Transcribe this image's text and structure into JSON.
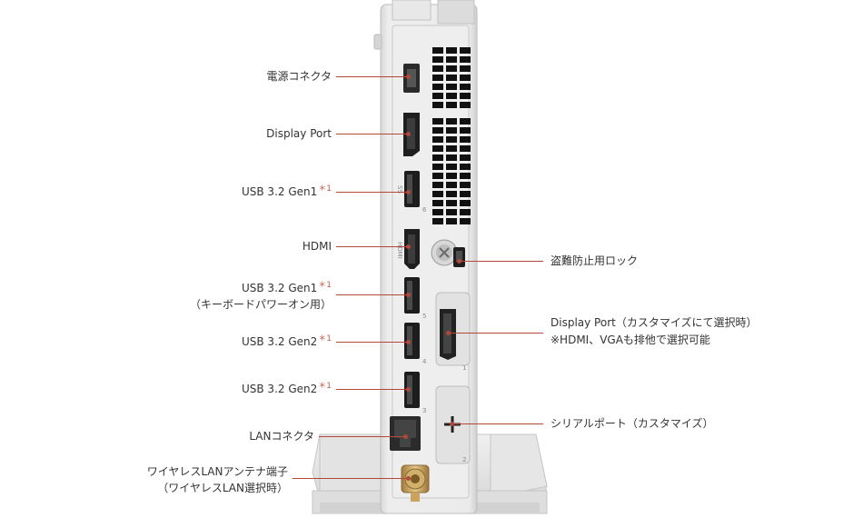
{
  "labels_left": [
    {
      "id": "power",
      "lines": [
        "電源コネクタ"
      ],
      "note": ""
    },
    {
      "id": "dp",
      "lines": [
        "Display Port"
      ],
      "note": ""
    },
    {
      "id": "usb1",
      "lines": [
        "USB 3.2 Gen1"
      ],
      "note": "＊1"
    },
    {
      "id": "hdmi",
      "lines": [
        "HDMI"
      ],
      "note": ""
    },
    {
      "id": "usb2",
      "lines": [
        "USB 3.2 Gen1",
        "（キーボードパワーオン用）"
      ],
      "note": "＊1"
    },
    {
      "id": "usb3",
      "lines": [
        "USB 3.2 Gen2"
      ],
      "note": "＊1"
    },
    {
      "id": "usb4",
      "lines": [
        "USB 3.2 Gen2"
      ],
      "note": "＊1"
    },
    {
      "id": "lan",
      "lines": [
        "LANコネクタ"
      ],
      "note": ""
    },
    {
      "id": "wlan",
      "lines": [
        "ワイヤレスLANアンテナ端子",
        "（ワイヤレスLAN選択時）"
      ],
      "note": ""
    }
  ],
  "labels_right": [
    {
      "id": "lock",
      "lines": [
        "盗難防止用ロック"
      ]
    },
    {
      "id": "dp2",
      "lines": [
        "Display Port（カスタマイズにて選択時）",
        "※HDMI、VGAも排他で選択可能"
      ]
    },
    {
      "id": "serial",
      "lines": [
        "シリアルポート（カスタマイズ）"
      ]
    }
  ],
  "port_markings": {
    "usb1": "6",
    "usb2": "5",
    "usb3": "4",
    "usb4": "3",
    "slot_top": "1",
    "slot_bottom": "2",
    "hdmi": "HDMI",
    "ss": "SS"
  },
  "colors": {
    "leader": "#b2473a",
    "note": "#c45a4a",
    "case": "#e7e7e7",
    "text": "#333333"
  }
}
